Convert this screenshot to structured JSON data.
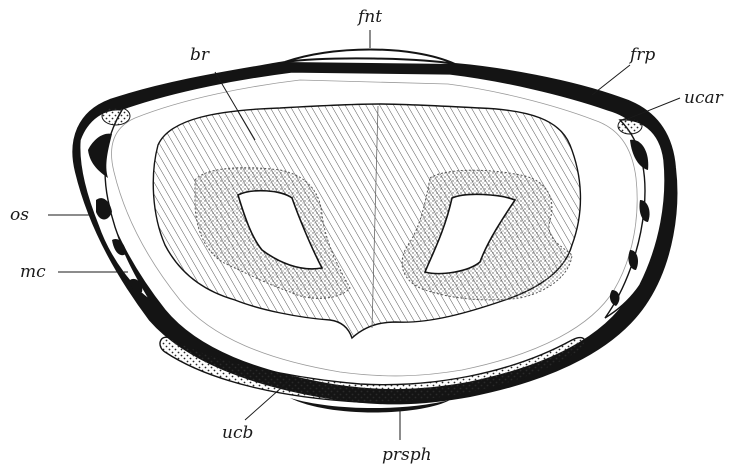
{
  "figure": {
    "colors": {
      "ink": "#141414",
      "paper": "#ffffff",
      "stipple": "#2a2a2a"
    },
    "labels": {
      "fnt": "fnt",
      "br": "br",
      "frp": "frp",
      "ucar": "ucar",
      "os": "os",
      "mc": "mc",
      "ucb": "ucb",
      "prsph": "prsph"
    }
  }
}
